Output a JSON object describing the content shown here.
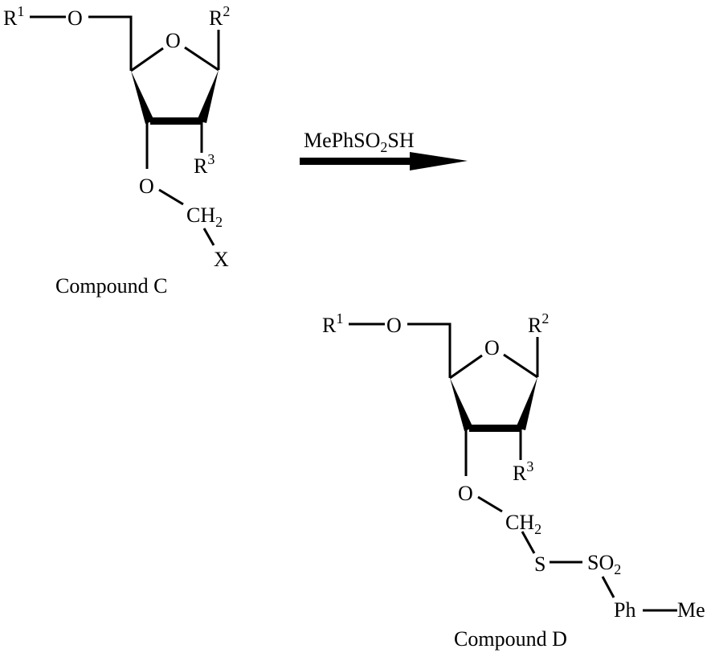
{
  "reagent": {
    "main": "MePhSO",
    "sub": "2",
    "tail": "SH"
  },
  "compound_c": {
    "label": "Compound C",
    "r1": "R",
    "r1_sup": "1",
    "r2": "R",
    "r2_sup": "2",
    "r3": "R",
    "r3_sup": "3",
    "o_ether": "O",
    "o_ring": "O",
    "o_3": "O",
    "ch2": "CH",
    "ch2_sub": "2",
    "x": "X"
  },
  "compound_d": {
    "label": "Compound D",
    "r1": "R",
    "r1_sup": "1",
    "r2": "R",
    "r2_sup": "2",
    "r3": "R",
    "r3_sup": "3",
    "o_ether": "O",
    "o_ring": "O",
    "o_3": "O",
    "ch2": "CH",
    "ch2_sub": "2",
    "s": "S",
    "so2": "SO",
    "so2_sub": "2",
    "ph": "Ph",
    "me": "Me"
  }
}
